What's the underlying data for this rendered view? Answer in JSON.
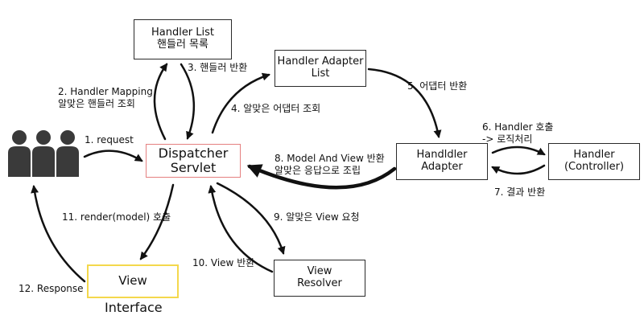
{
  "boxes": {
    "handler_list": [
      "Handler List",
      "핸들러 목록"
    ],
    "handler_adapter_list": [
      "Handler Adapter",
      "List"
    ],
    "dispatcher_servlet": [
      "Dispatcher",
      "Servlet"
    ],
    "handler_adapter": [
      "Handldler",
      "Adapter"
    ],
    "handler": [
      "Handler",
      "(Controller)"
    ],
    "view": [
      "View"
    ],
    "view_resolver": [
      "View",
      "Resolver"
    ]
  },
  "interface_label": "Interface",
  "steps": {
    "s1": [
      "1. request"
    ],
    "s2": [
      "2. Handler Mapping",
      "알맞은 핸들러 조회"
    ],
    "s3": [
      "3. 핸들러  반환"
    ],
    "s4": [
      "4. 알맞은 어댑터 조회"
    ],
    "s5": [
      "5. 어댑터 반환"
    ],
    "s6": [
      "6. Handler 호출",
      "-> 로직처리"
    ],
    "s7": [
      "7. 결과 반환"
    ],
    "s8": [
      "8. Model And View 반환",
      "알맞은 응답으로 조립"
    ],
    "s9": [
      "9. 알맞은 View 요청"
    ],
    "s10": [
      "10. View 반환"
    ],
    "s11": [
      "11. render(model) 호출"
    ],
    "s12": [
      "12. Response"
    ]
  },
  "icons": [
    "users-icon"
  ],
  "colors": {
    "dispatcher_border": "#e58080",
    "view_border": "#f4d84c",
    "line": "#111111"
  }
}
